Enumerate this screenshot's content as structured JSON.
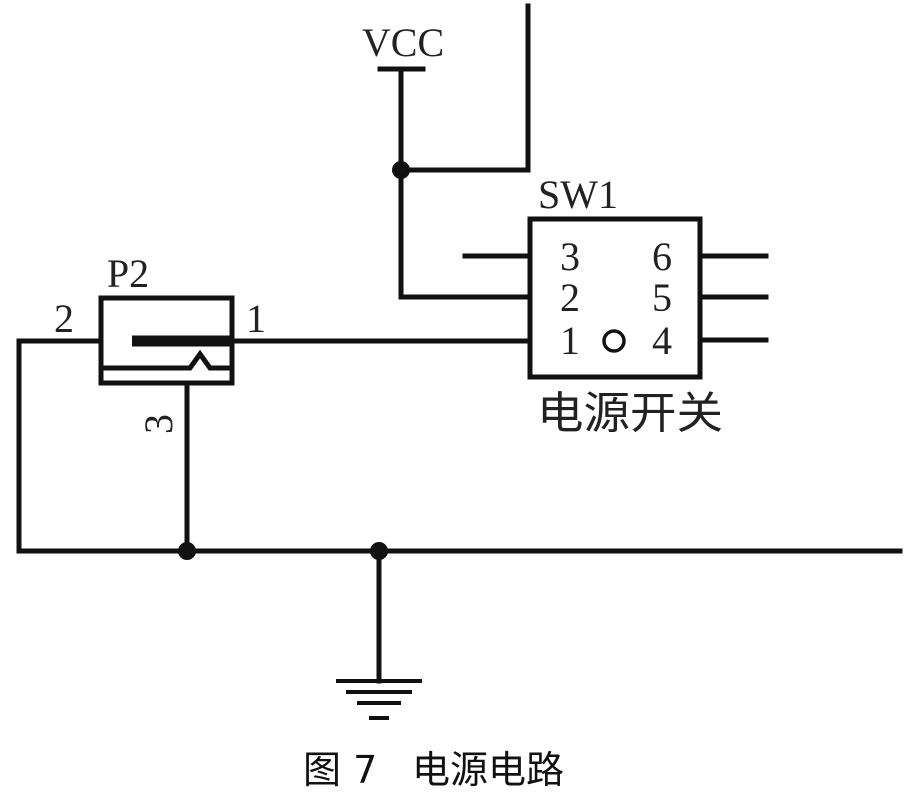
{
  "schematic": {
    "power_label": "VCC",
    "switch": {
      "ref": "SW1",
      "pins_left": [
        "3",
        "2",
        "1"
      ],
      "pins_right": [
        "6",
        "5",
        "4"
      ],
      "name": "电源开关"
    },
    "jack": {
      "ref": "P2",
      "pin_left": "2",
      "pin_right": "1",
      "pin_bottom": "3"
    }
  },
  "caption": {
    "figure_no": "图 7",
    "title": "电源电路"
  }
}
